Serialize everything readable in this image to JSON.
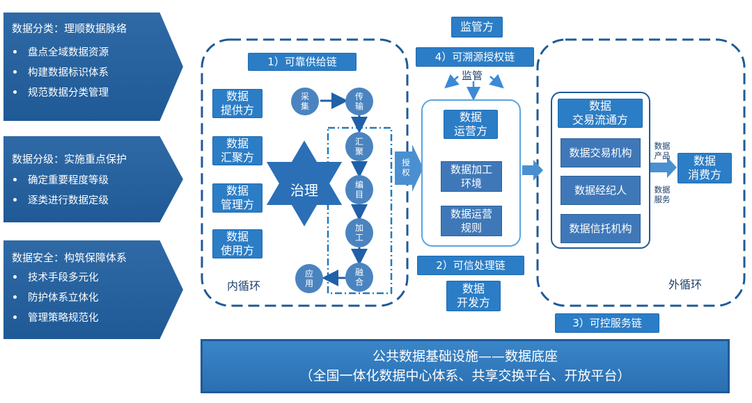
{
  "left_panels": [
    {
      "title": "数据分类：理顺数据脉络",
      "items": [
        "盘点全域数据资源",
        "构建数据标识体系",
        "规范数据分类管理"
      ]
    },
    {
      "title": "数据分级：实施重点保护",
      "items": [
        "确定重要程度等级",
        "逐类进行数据定级"
      ]
    },
    {
      "title": "数据安全：构筑保障体系",
      "items": [
        "技术手段多元化",
        "防护体系立体化",
        "管理策略规范化"
      ]
    }
  ],
  "inner": {
    "chain1": "1）可靠供给链",
    "roles": [
      "数据\n提供方",
      "数据\n汇聚方",
      "数据\n管理方",
      "数据\n使用方"
    ],
    "governance": "治理",
    "steps": {
      "collect": "采\n集",
      "transmit": "传\n输",
      "aggregate": "汇\n聚",
      "catalog": "编\n目",
      "process": "加\n工",
      "fuse": "融\n合",
      "apply": "应\n用"
    },
    "loop_label": "内循环"
  },
  "middle": {
    "regulator": "监管方",
    "chain4": "4）可溯源授权链",
    "supervise": "监管",
    "authorize": "授\n权",
    "operator": "数据\n运营方",
    "env": "数据加工\n环境",
    "rules": "数据运营\n规则",
    "chain2": "2）可信处理链",
    "developer": "数据\n开发方"
  },
  "outer": {
    "circulation": "数据\n交易流通方",
    "agencies": [
      "数据交易机构",
      "数据经纪人",
      "数据信托机构"
    ],
    "product": "数据\n产品",
    "service": "数据\n服务",
    "consumer": "数据\n消费方",
    "loop_label": "外循环",
    "chain3": "3）可控服务链"
  },
  "base": {
    "line1": "公共数据基础设施——数据底座",
    "line2": "（全国一体化数据中心体系、共享交换平台、开放平台）"
  },
  "colors": {
    "primary": "#2b7dc6",
    "dark": "#1f5a96",
    "dash": "#1f5a96",
    "arrow": "#4a90d0"
  }
}
